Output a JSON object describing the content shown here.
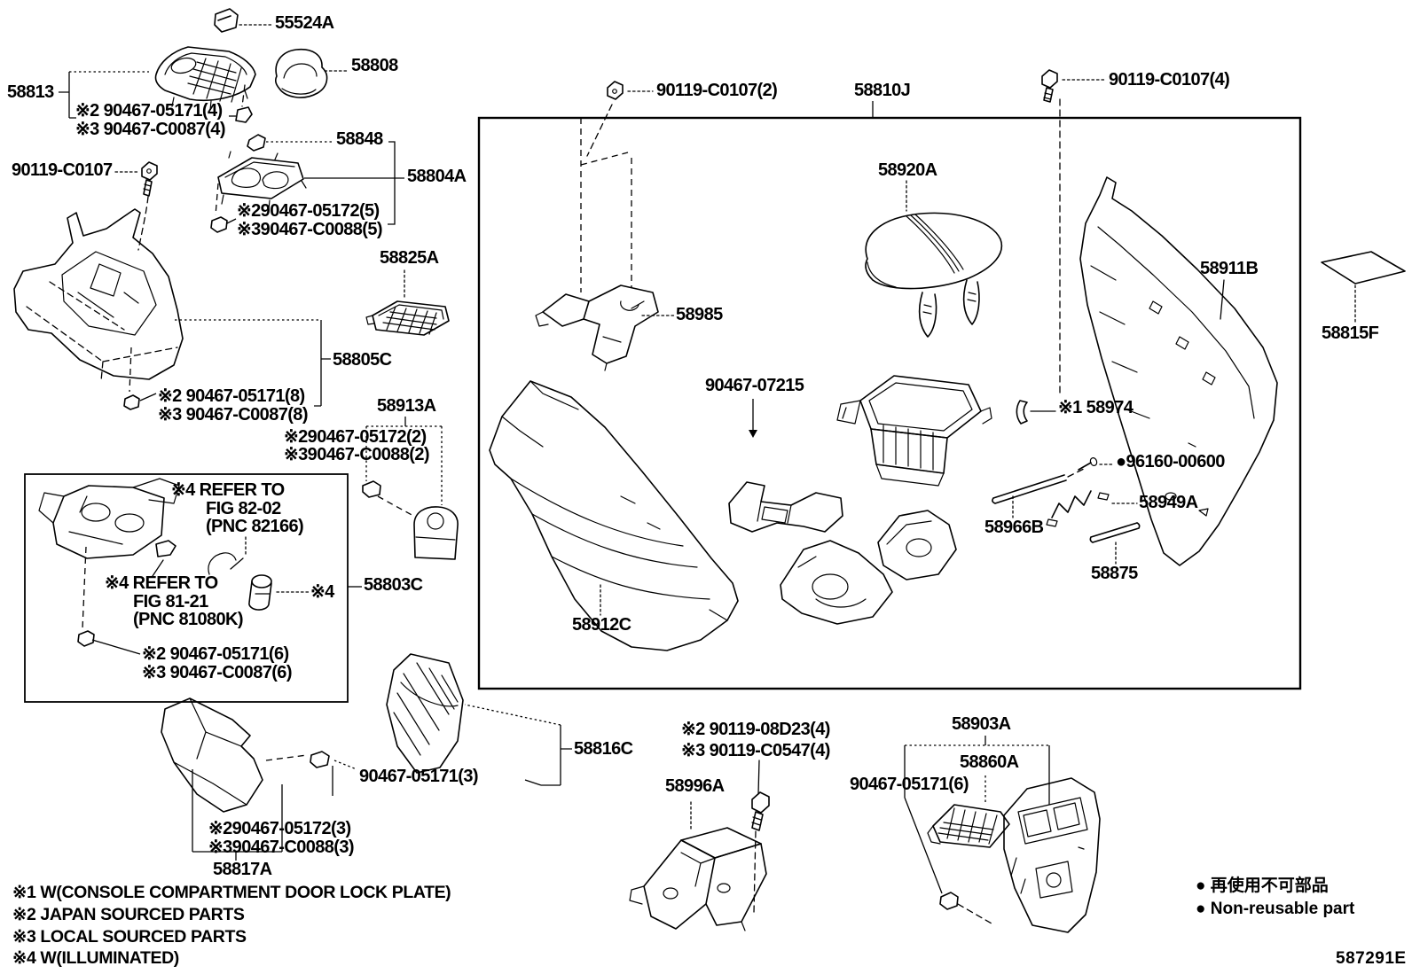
{
  "labels": {
    "p55524a": "55524A",
    "p58808": "58808",
    "p58813": "58813",
    "f90467_05171_x4_s2": "※2 90467-05171(4)",
    "f90467_c0087_x4_s3": "※3 90467-C0087(4)",
    "p58848": "58848",
    "f90119_c0107": "90119-C0107",
    "p58804a": "58804A",
    "f90467_05172_x5_s2": "※290467-05172(5)",
    "f90467_c0088_x5_s3": "※390467-C0088(5)",
    "p58825a": "58825A",
    "p58805c": "58805C",
    "f90467_05171_x8_s2": "※2 90467-05171(8)",
    "f90467_c0087_x8_s3": "※3 90467-C0087(8)",
    "p58913a": "58913A",
    "f90467_05172_x2_s2": "※290467-05172(2)",
    "f90467_c0088_x2_s3": "※390467-C0088(2)",
    "ref_fig8202_1": "※4 REFER TO",
    "ref_fig8202_2": "FIG 82-02",
    "ref_fig8202_3": "(PNC 82166)",
    "ref_fig8121_1": "※4 REFER TO",
    "ref_fig8121_2": "FIG 81-21",
    "ref_fig8121_3": "(PNC 81080K)",
    "callout_s4": "※4",
    "p58803c": "58803C",
    "f90467_05171_x6_s2": "※2 90467-05171(6)",
    "f90467_c0087_x6_s3": "※3 90467-C0087(6)",
    "f90467_05172_x3_s2": "※290467-05172(3)",
    "f90467_c0088_x3_s3": "※390467-C0088(3)",
    "p58817a": "58817A",
    "p58816c": "58816C",
    "f90467_05171_x3": "90467-05171(3)",
    "p58996a": "58996A",
    "f90119_08d23_s2": "※2 90119-08D23(4)",
    "f90119_c0547_s3": "※3 90119-C0547(4)",
    "f90119_c0107_x2": "90119-C0107(2)",
    "p58810j": "58810J",
    "f90119_c0107_x4": "90119-C0107(4)",
    "p58920a": "58920A",
    "p58911b": "58911B",
    "p58815f": "58815F",
    "p58985": "58985",
    "f90467_07215": "90467-07215",
    "p58974_s1": "※1 58974",
    "p96160_00600": "●96160-00600",
    "p58949a": "58949A",
    "p58966b": "58966B",
    "p58875": "58875",
    "p58912c": "58912C",
    "p58903a": "58903A",
    "p58860a": "58860A",
    "f90467_05171_x6b": "90467-05171(6)"
  },
  "legend": {
    "non_reusable_jp": "● 再使用不可部品",
    "non_reusable_en": "● Non-reusable part"
  },
  "footnotes": [
    "※1 W(CONSOLE COMPARTMENT DOOR LOCK PLATE)",
    "※2 JAPAN SOURCED PARTS",
    "※3 LOCAL SOURCED PARTS",
    "※4 W(ILLUMINATED)"
  ],
  "doc_number": "587291E"
}
